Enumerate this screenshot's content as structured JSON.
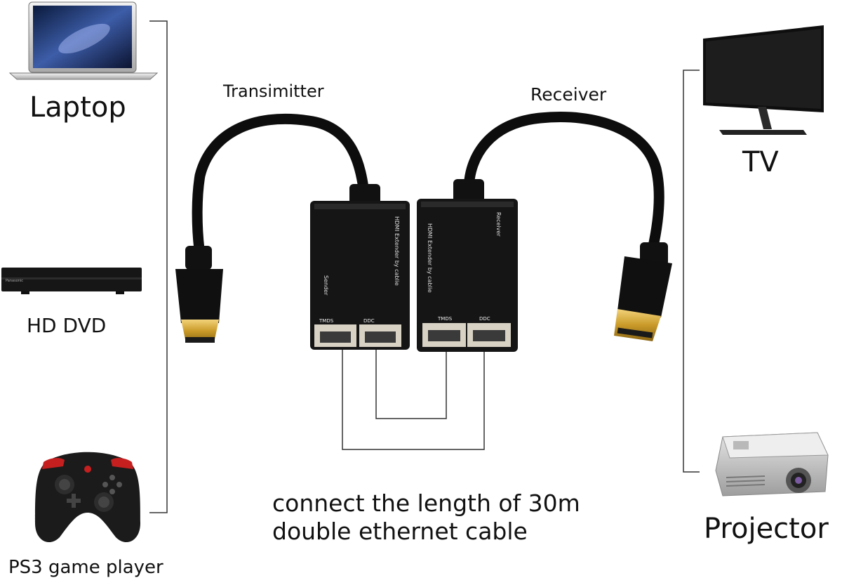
{
  "devices": {
    "laptop": "Laptop",
    "hd_dvd": "HD DVD",
    "ps3": "PS3 game player",
    "tv": "TV",
    "projector": "Projector"
  },
  "extender": {
    "transmitter_label": "Transimitter",
    "receiver_label": "Receiver",
    "product_text": "HDMI Extender by cablie",
    "sender_text": "Sender",
    "receiver_text": "Receiver",
    "port_tmds": "TMDS",
    "port_ddc": "DDC"
  },
  "note": {
    "line1": "connect the length of 30m",
    "line2": "double ethernet cable"
  },
  "colors": {
    "cable": "#0d0d0d",
    "box": "#151515",
    "connector_gold": "#d4a531",
    "wire": "#333333"
  }
}
